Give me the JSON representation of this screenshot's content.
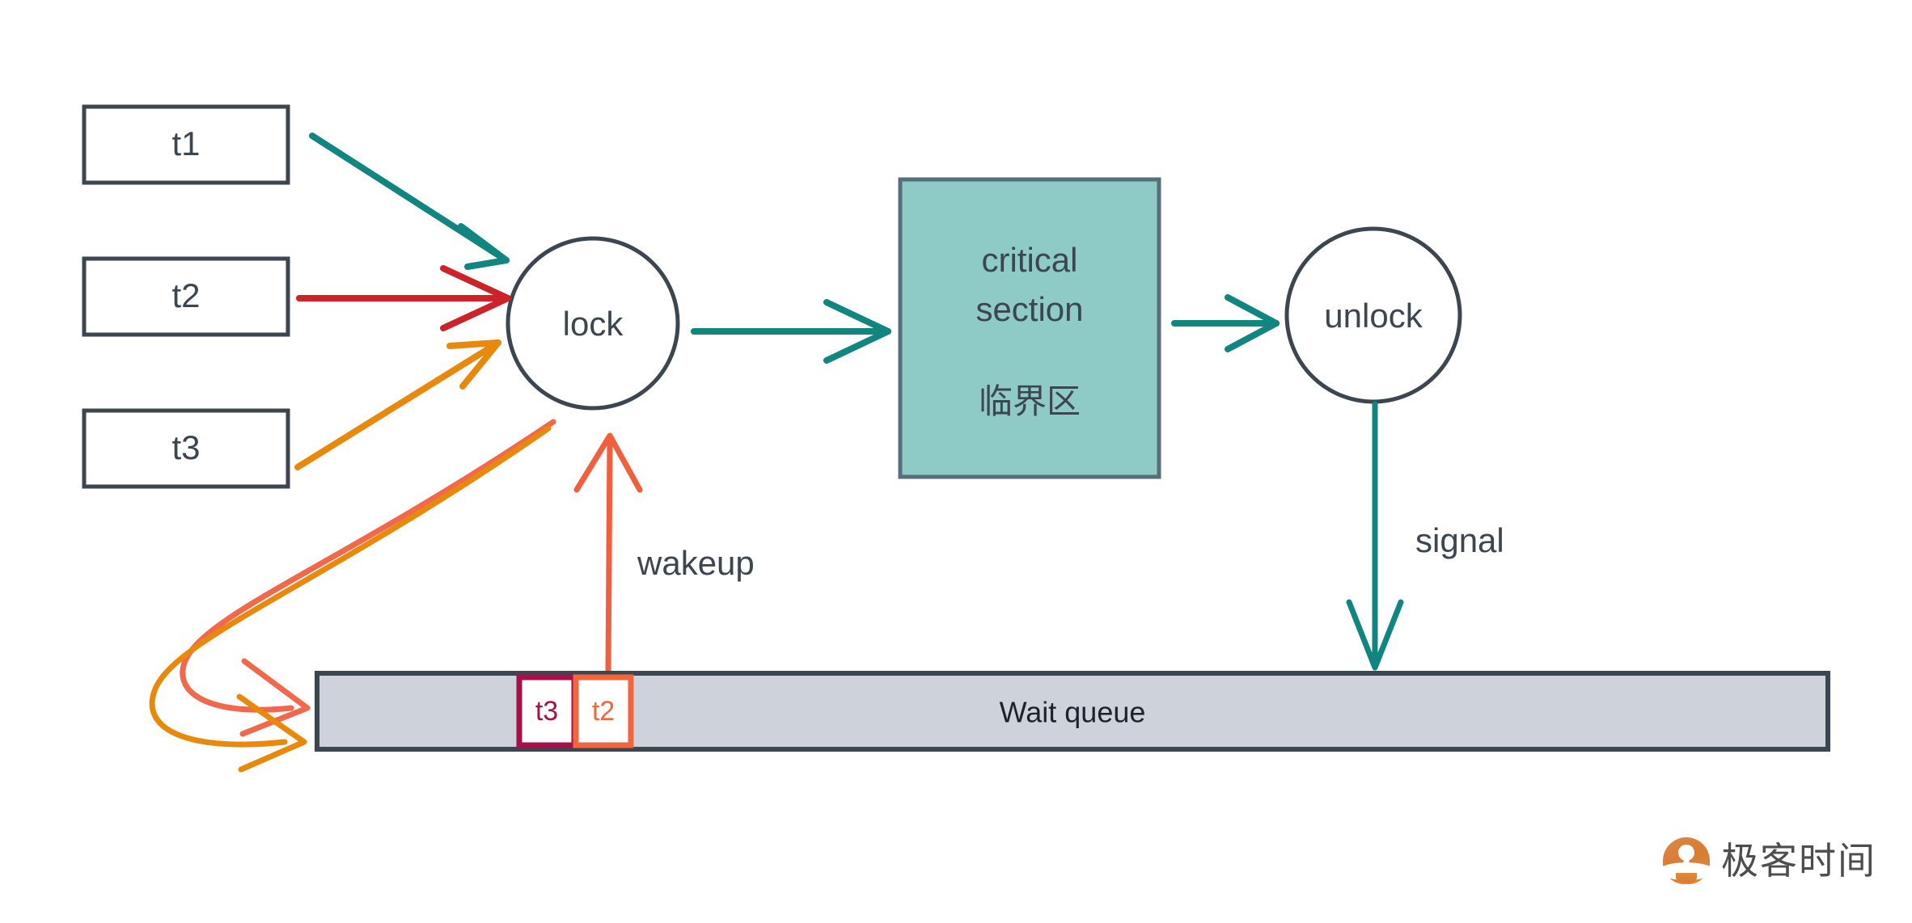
{
  "diagram": {
    "title": "Mutex lock / wait queue flow",
    "colors": {
      "node_stroke": "#3c4650",
      "node_fill": "#ffffff",
      "teal": "#11857f",
      "crimson": "#cc2229",
      "orange": "#e8890c",
      "salmon": "#f06449",
      "maroon": "#a8104a",
      "critical_fill": "#8ecac6",
      "critical_stroke": "#55707a",
      "queue_fill": "#ced2da",
      "queue_stroke": "#3c4650",
      "text": "#3c4650"
    },
    "threads": [
      {
        "id": "t1",
        "label": "t1"
      },
      {
        "id": "t2",
        "label": "t2"
      },
      {
        "id": "t3",
        "label": "t3"
      }
    ],
    "nodes": {
      "lock": "lock",
      "unlock": "unlock",
      "critical_section_en_line1": "critical",
      "critical_section_en_line2": "section",
      "critical_section_zh": "临界区"
    },
    "edges": [
      {
        "id": "t1-to-lock",
        "from": "t1",
        "to": "lock",
        "color": "#11857f",
        "label": ""
      },
      {
        "id": "t2-to-lock",
        "from": "t2",
        "to": "lock",
        "color": "#cc2229",
        "label": ""
      },
      {
        "id": "t3-to-lock",
        "from": "t3",
        "to": "lock",
        "color": "#e8890c",
        "label": ""
      },
      {
        "id": "lock-to-critical",
        "from": "lock",
        "to": "critical section",
        "color": "#11857f",
        "label": ""
      },
      {
        "id": "critical-to-unlock",
        "from": "critical section",
        "to": "unlock",
        "color": "#11857f",
        "label": ""
      },
      {
        "id": "unlock-to-queue",
        "from": "unlock",
        "to": "Wait queue",
        "color": "#11857f",
        "label": "signal"
      },
      {
        "id": "queue-to-lock",
        "from": "Wait queue",
        "to": "lock",
        "color": "#f06449",
        "label": "wakeup"
      },
      {
        "id": "lock-block-t2",
        "from": "lock",
        "to": "Wait queue",
        "color": "#f06449",
        "label": ""
      },
      {
        "id": "lock-block-t3",
        "from": "lock",
        "to": "Wait queue",
        "color": "#e8890c",
        "label": ""
      }
    ],
    "edge_labels": {
      "wakeup": "wakeup",
      "signal": "signal"
    },
    "wait_queue": {
      "label": "Wait queue",
      "slots": [
        {
          "label": "t3",
          "color": "#a8104a"
        },
        {
          "label": "t2",
          "color": "#f2663c"
        }
      ]
    },
    "brand": {
      "wordmark": "极客时间",
      "icon": "geektime-logo-icon"
    }
  }
}
